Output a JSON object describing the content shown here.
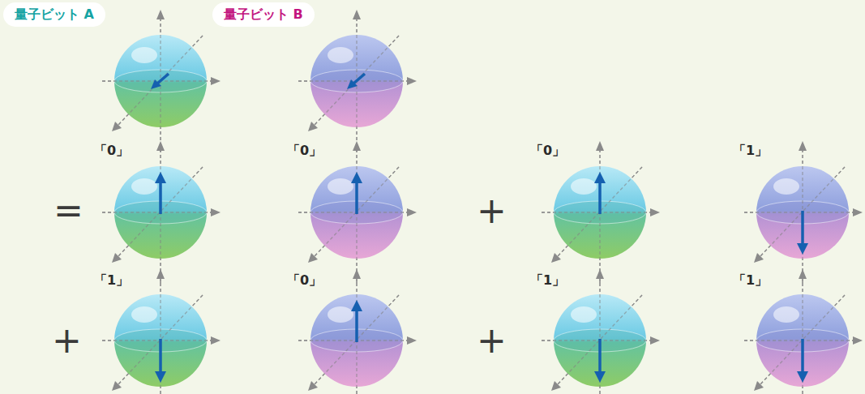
{
  "diagram": {
    "nodes": [
      {
        "text": [
          "量子ビット A"
        ]
      },
      {
        "text": [
          "量子ビット B"
        ]
      }
    ],
    "labels": [
      "=",
      "「0」",
      "「0」",
      "+",
      "「0」",
      "「1」",
      "+",
      "「1」",
      "「0」",
      "+",
      "「1」",
      "「1」"
    ]
  }
}
